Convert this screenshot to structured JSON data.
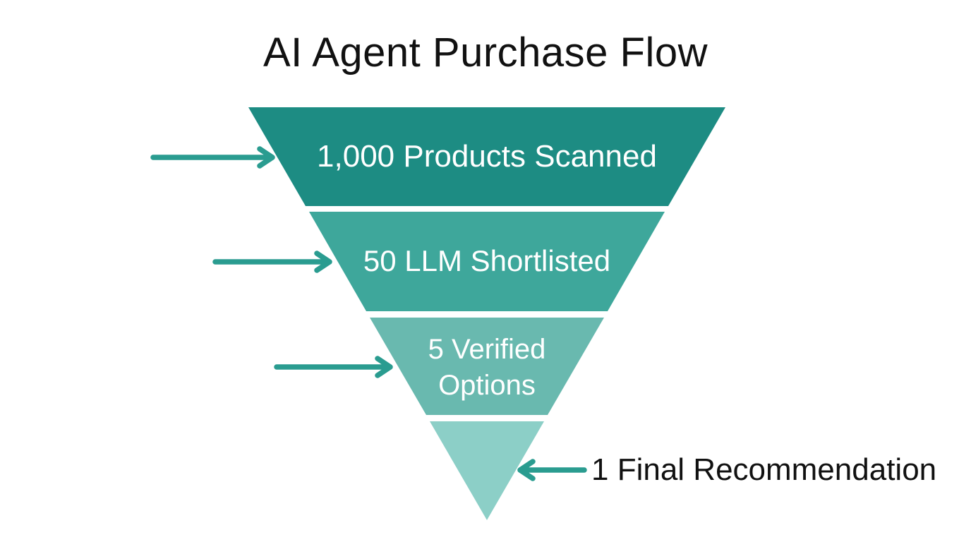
{
  "title": "AI Agent Purchase Flow",
  "colors": {
    "background": "#ffffff",
    "title_text": "#111111",
    "stage_text": "#ffffff",
    "final_label_text": "#111111",
    "arrow": "#2a9c90"
  },
  "funnel": {
    "type": "funnel",
    "stages": [
      {
        "label": "1,000 Products Scanned",
        "count": 1000,
        "color": "#1d8c83"
      },
      {
        "label": "50 LLM Shortlisted",
        "count": 50,
        "color": "#3ea79b"
      },
      {
        "label": "5 Verified Options",
        "count": 5,
        "color": "#69b9af"
      },
      {
        "label": "1 Final Recommendation",
        "count": 1,
        "color": "#8ccfc7"
      }
    ]
  }
}
